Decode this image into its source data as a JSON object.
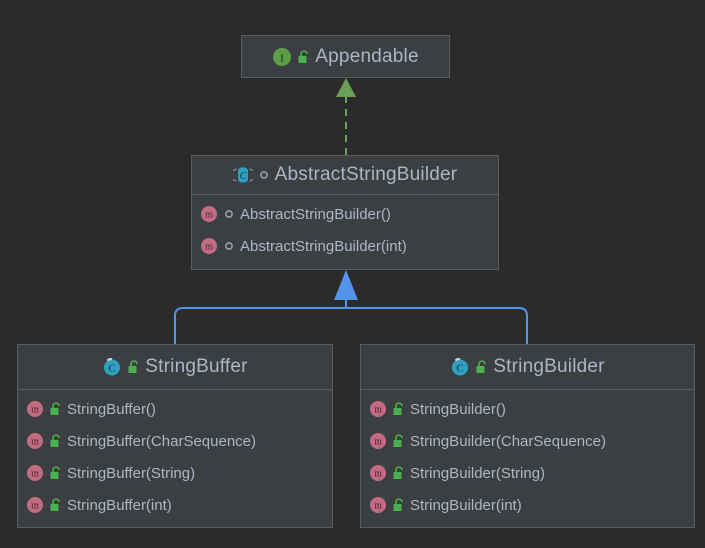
{
  "diagram": {
    "kind": "uml-class-diagram",
    "title": "Appendable hierarchy",
    "background_color": "#2b2b2b",
    "node_fill_color": "#3c3f41",
    "node_border_color": "#5a5d5f",
    "text_color": "#a9b7c6",
    "realization_edge_color": "#6a9f58",
    "generalization_edge_color": "#5394ec",
    "interface_icon_color": "#5c9e48",
    "class_icon_color": "#2fa0bf",
    "abstract_icon_color": "#2fa0bf",
    "method_icon_color": "#c46b84",
    "public_lock_color": "#4caf50"
  },
  "nodes": [
    {
      "id": "appendable",
      "name": "Appendable",
      "stereotype_icon": "interface-icon",
      "visibility_icon": "public-lock-icon",
      "members": []
    },
    {
      "id": "abstractstringbuilder",
      "name": "AbstractStringBuilder",
      "stereotype_icon": "abstract-class-icon",
      "visibility_icon": "package-private-icon",
      "members": [
        {
          "name": "AbstractStringBuilder()",
          "member_icon": "method-icon",
          "visibility_icon": "package-private-icon"
        },
        {
          "name": "AbstractStringBuilder(int)",
          "member_icon": "method-icon",
          "visibility_icon": "package-private-icon"
        }
      ]
    },
    {
      "id": "stringbuffer",
      "name": "StringBuffer",
      "stereotype_icon": "class-icon",
      "visibility_icon": "public-lock-icon",
      "members": [
        {
          "name": "StringBuffer()",
          "member_icon": "method-icon",
          "visibility_icon": "public-lock-icon"
        },
        {
          "name": "StringBuffer(CharSequence)",
          "member_icon": "method-icon",
          "visibility_icon": "public-lock-icon"
        },
        {
          "name": "StringBuffer(String)",
          "member_icon": "method-icon",
          "visibility_icon": "public-lock-icon"
        },
        {
          "name": "StringBuffer(int)",
          "member_icon": "method-icon",
          "visibility_icon": "public-lock-icon"
        }
      ]
    },
    {
      "id": "stringbuilder",
      "name": "StringBuilder",
      "stereotype_icon": "class-icon",
      "visibility_icon": "public-lock-icon",
      "members": [
        {
          "name": "StringBuilder()",
          "member_icon": "method-icon",
          "visibility_icon": "public-lock-icon"
        },
        {
          "name": "StringBuilder(CharSequence)",
          "member_icon": "method-icon",
          "visibility_icon": "public-lock-icon"
        },
        {
          "name": "StringBuilder(String)",
          "member_icon": "method-icon",
          "visibility_icon": "public-lock-icon"
        },
        {
          "name": "StringBuilder(int)",
          "member_icon": "method-icon",
          "visibility_icon": "public-lock-icon"
        }
      ]
    }
  ],
  "edges": [
    {
      "id": "realization",
      "from": "abstractstringbuilder",
      "to": "appendable",
      "type": "realization",
      "style": "dashed",
      "arrowhead": "closed-triangle"
    },
    {
      "id": "gen-stringbuffer",
      "from": "stringbuffer",
      "to": "abstractstringbuilder",
      "type": "generalization",
      "style": "solid",
      "arrowhead": "closed-triangle"
    },
    {
      "id": "gen-stringbuilder",
      "from": "stringbuilder",
      "to": "abstractstringbuilder",
      "type": "generalization",
      "style": "solid",
      "arrowhead": "closed-triangle"
    }
  ]
}
